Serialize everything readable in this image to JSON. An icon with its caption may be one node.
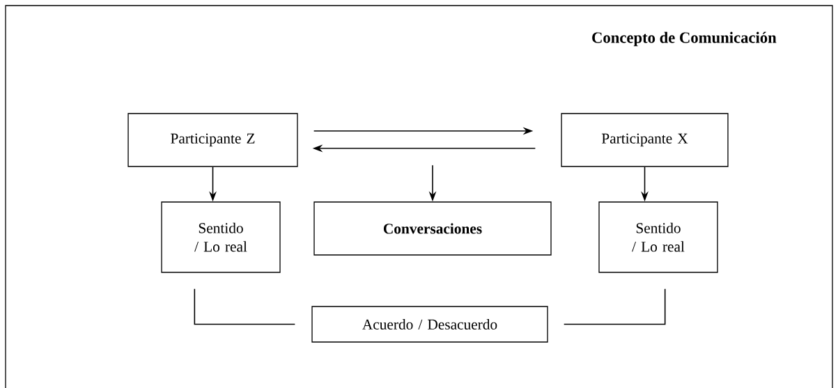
{
  "diagram": {
    "title": "Concepto de Comunicación",
    "nodes": [
      {
        "text": [
          "Participante Z"
        ]
      },
      {
        "text": [
          "Participante X"
        ]
      },
      {
        "text": [
          "Sentido / Lo real"
        ]
      },
      {
        "text": [
          "Conversaciones"
        ]
      },
      {
        "text": [
          "Sentido / Lo real"
        ]
      },
      {
        "text": [
          "Acuerdo / Desacuerdo"
        ]
      }
    ],
    "edges": [
      {
        "from": 0,
        "to": 1,
        "arrow": "to"
      },
      {
        "from": 1,
        "to": 0,
        "arrow": "to"
      },
      {
        "from": 0,
        "to": 2,
        "arrow": "to"
      },
      {
        "from": 1,
        "to": 4,
        "arrow": "to"
      },
      {
        "from": null,
        "to": 3,
        "arrow": "to"
      },
      {
        "from": 2,
        "to": 5,
        "arrow": "none"
      },
      {
        "from": 4,
        "to": 5,
        "arrow": "none"
      }
    ]
  }
}
